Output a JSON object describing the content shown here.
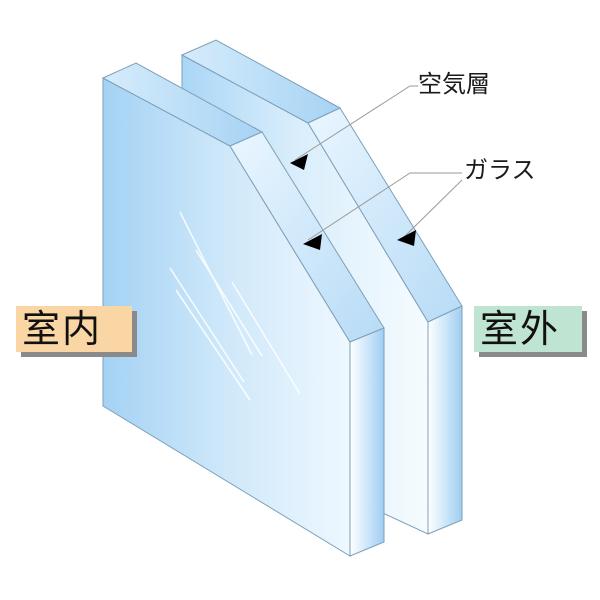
{
  "labels": {
    "air_layer": "空気層",
    "glass": "ガラス",
    "indoor": "室内",
    "outdoor": "室外"
  },
  "colors": {
    "glass_face_light": "#f4fbff",
    "glass_face_mid": "#d6ecfb",
    "glass_face_dark": "#a9d6f6",
    "glass_edge": "#9cc6e8",
    "outline": "#6d8fa8",
    "indoor_badge": "#f9d6a4",
    "outdoor_badge": "#bfe4d1"
  }
}
